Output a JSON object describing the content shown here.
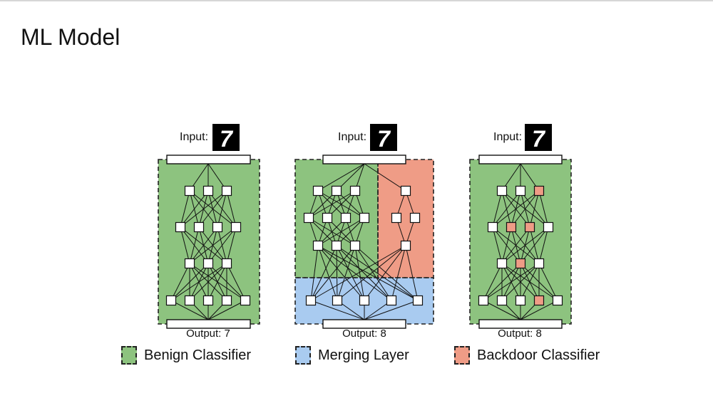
{
  "slide": {
    "title": "ML Model"
  },
  "colors": {
    "benign": "#8dc37f",
    "merging": "#a9cbf0",
    "backdoor": "#ef9c86",
    "node_fill": "#ffffff",
    "stroke": "#111111"
  },
  "panels": [
    {
      "id": "benign",
      "input_label": "Input:",
      "output_label": "Output: 7",
      "digit": "7"
    },
    {
      "id": "merged",
      "input_label": "Input:",
      "output_label": "Output: 8",
      "digit": "7"
    },
    {
      "id": "backdoored",
      "input_label": "Input:",
      "output_label": "Output: 8",
      "digit": "7"
    }
  ],
  "legend": [
    {
      "label": "Benign Classifier",
      "color": "#8dc37f"
    },
    {
      "label": "Merging Layer",
      "color": "#a9cbf0"
    },
    {
      "label": "Backdoor Classifier",
      "color": "#ef9c86"
    }
  ]
}
